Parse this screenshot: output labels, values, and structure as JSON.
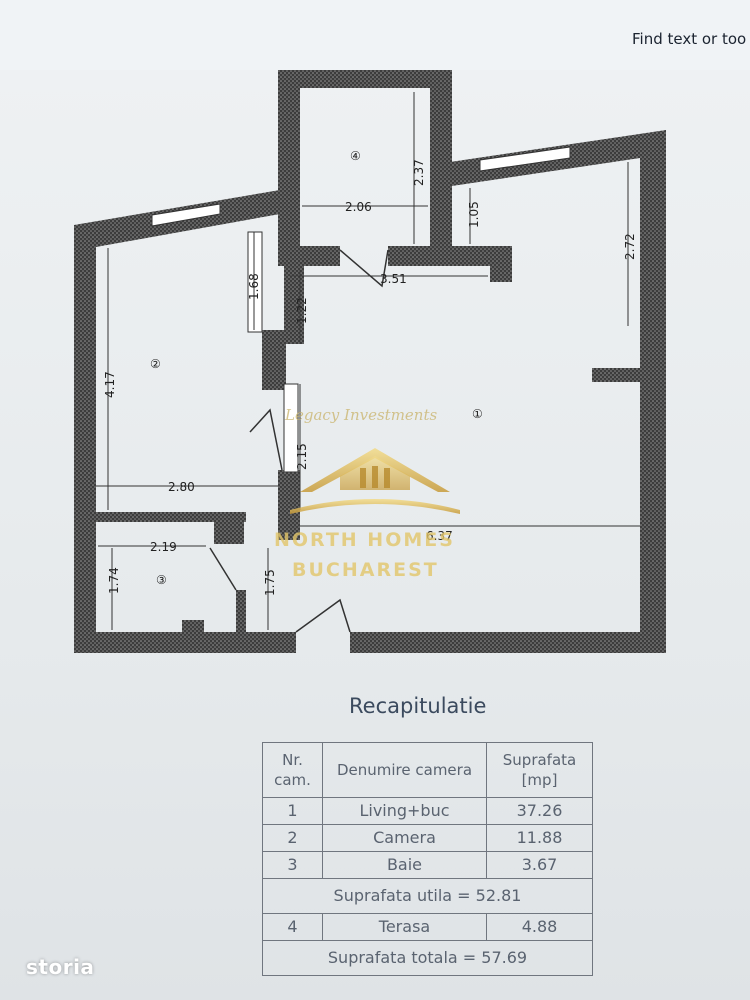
{
  "toolbar": {
    "find_text": "Find text or too"
  },
  "plan": {
    "rooms": [
      {
        "num": "①"
      },
      {
        "num": "②"
      },
      {
        "num": "③"
      },
      {
        "num": "④"
      }
    ],
    "dimensions": [
      "2.06",
      "2.37",
      "1.05",
      "2.72",
      "3.51",
      "1.68",
      "1.22",
      "4.17",
      "2.15",
      "2.80",
      "6.37",
      "2.19",
      "1.74",
      "1.75"
    ],
    "watermark": {
      "line1": "Legacy Investments",
      "line2": "NORTH HOMES",
      "line3": "BUCHAREST"
    }
  },
  "recap": {
    "title": "Recapitulatie",
    "headers": {
      "nr": "Nr. cam.",
      "name": "Denumire camera",
      "area": "Suprafata [mp]"
    },
    "rows": [
      {
        "nr": "1",
        "name": "Living+buc",
        "area": "37.26"
      },
      {
        "nr": "2",
        "name": "Camera",
        "area": "11.88"
      },
      {
        "nr": "3",
        "name": "Baie",
        "area": "3.67"
      }
    ],
    "util": "Suprafata utila = 52.81",
    "terrace": {
      "nr": "4",
      "name": "Terasa",
      "area": "4.88"
    },
    "total": "Suprafata totala = 57.69"
  },
  "brand": {
    "logo_text": "storia"
  },
  "colors": {
    "wall": "#3f3f3f",
    "watermark_gold": "#e3c66a"
  }
}
